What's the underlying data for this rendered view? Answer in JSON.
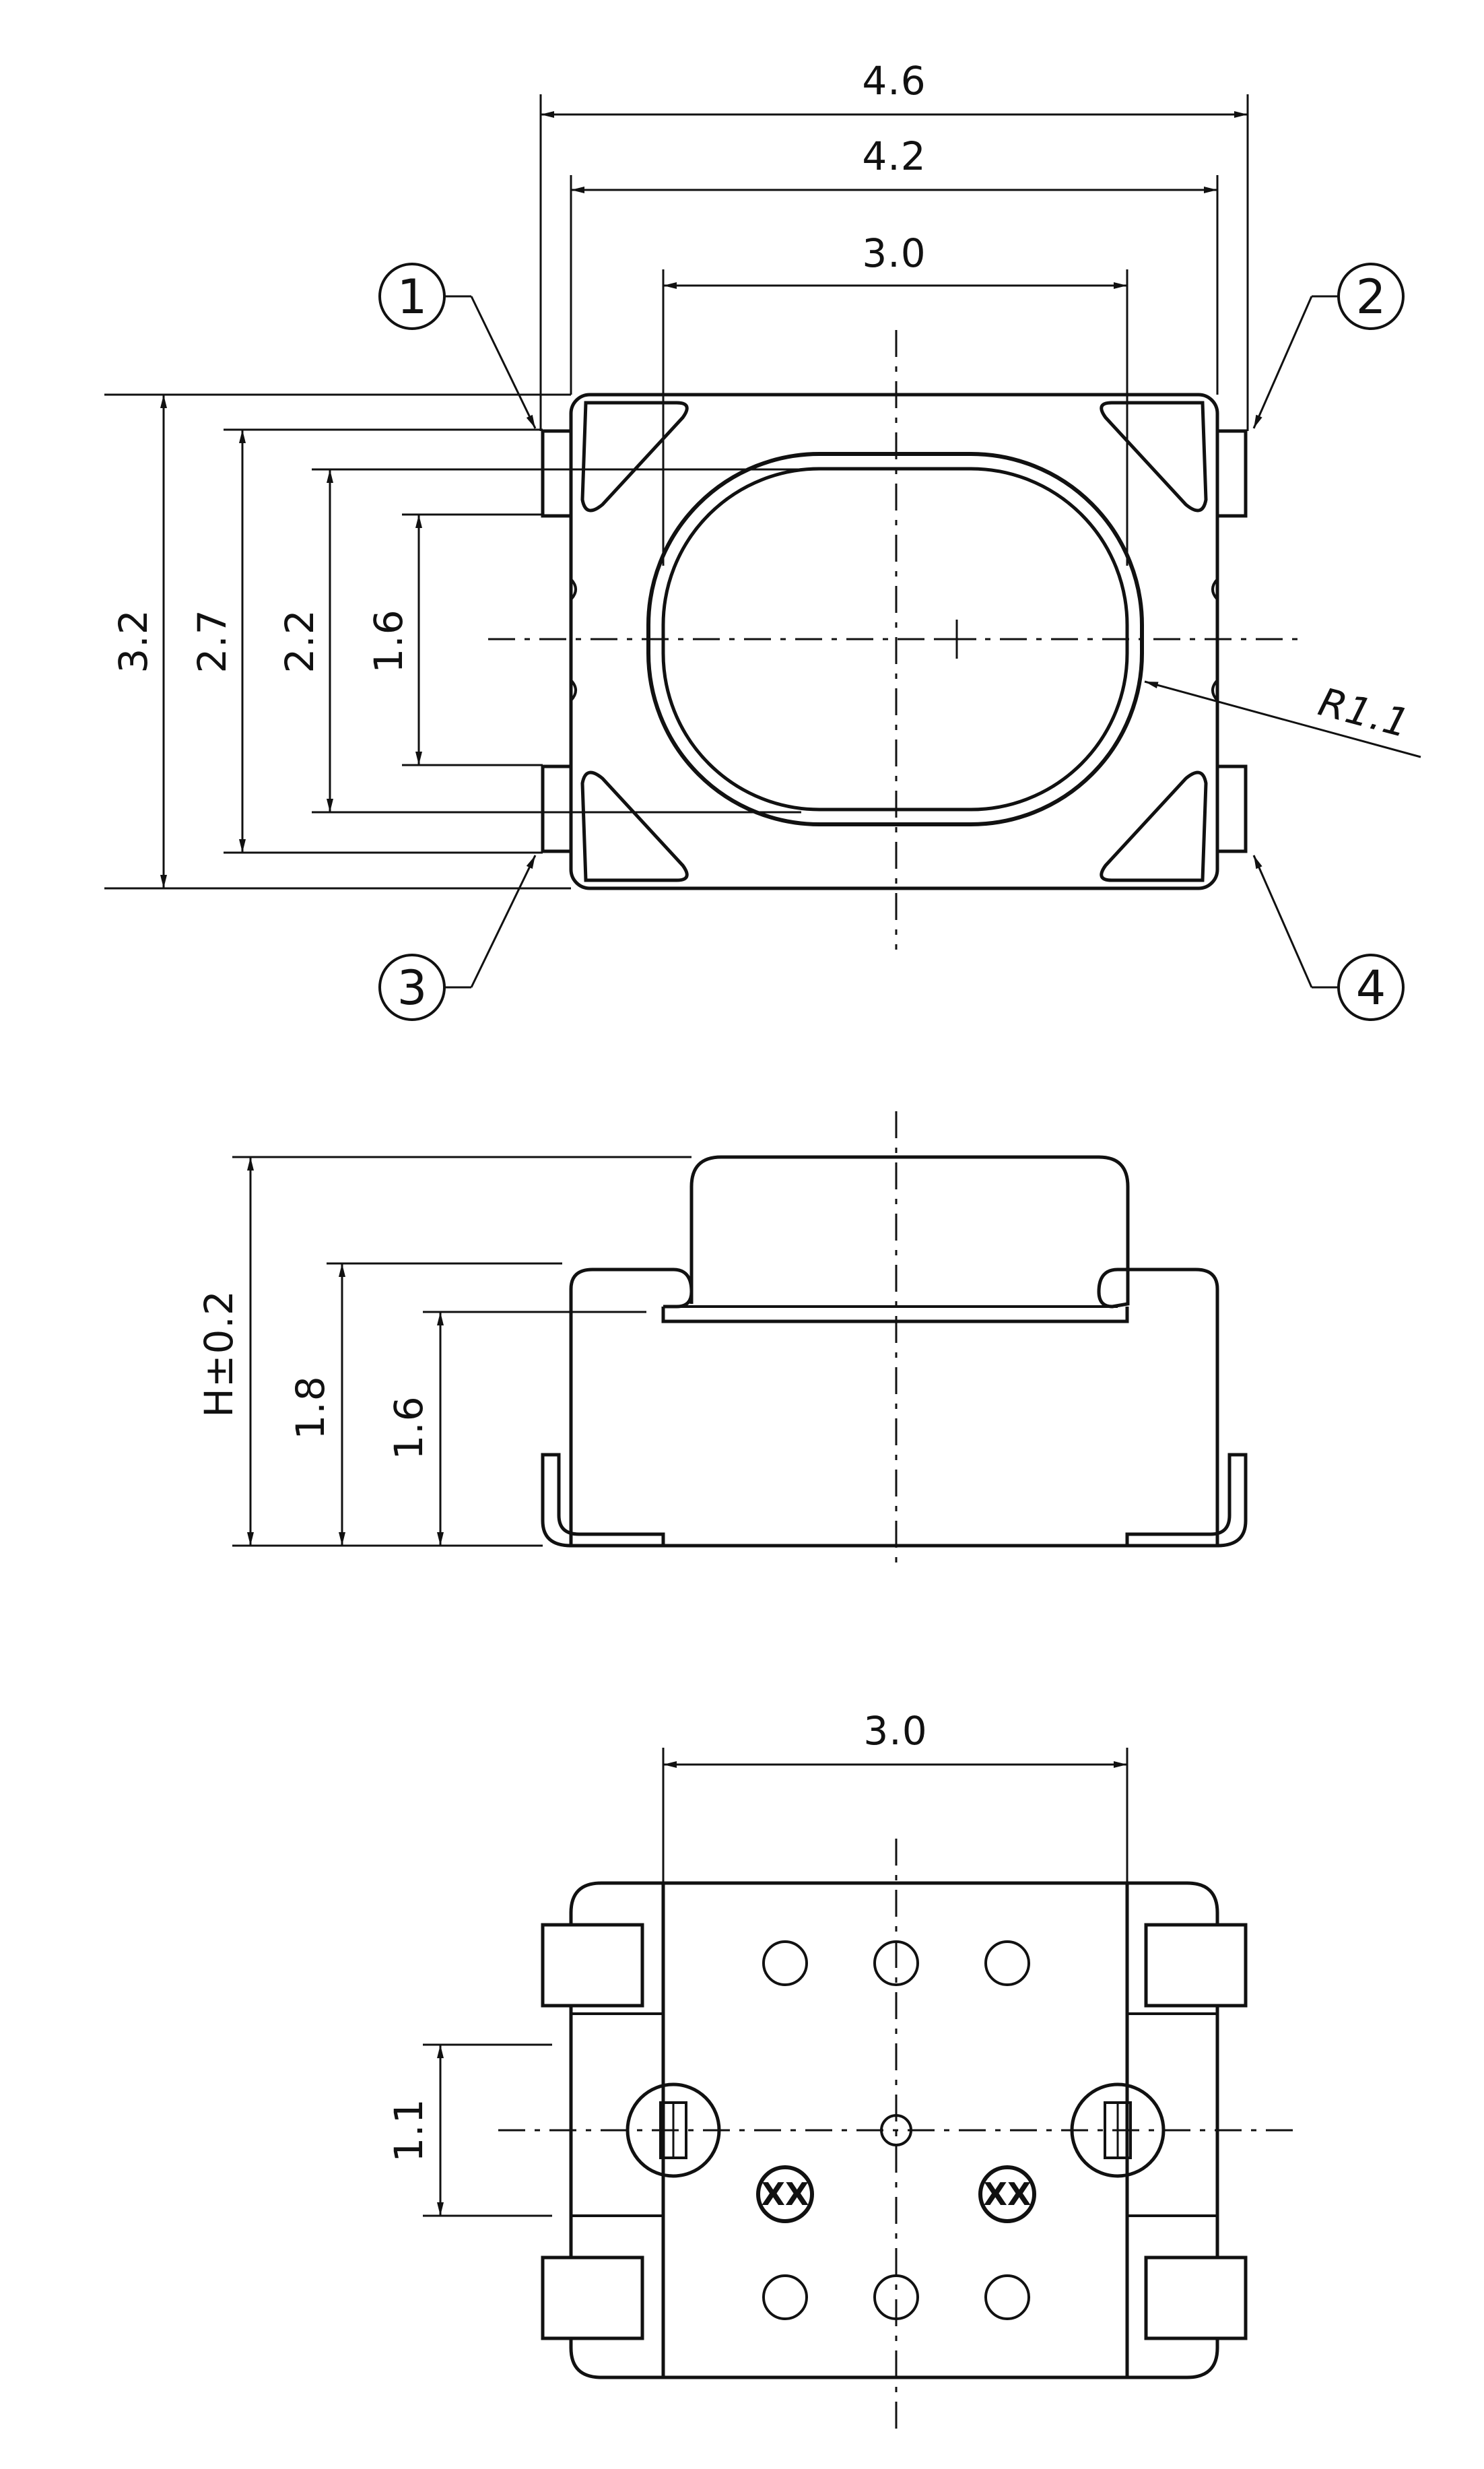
{
  "colors": {
    "line": "#111111",
    "background": "#ffffff"
  },
  "top_view": {
    "dims": {
      "width_outer": "4.6",
      "width_body": "4.2",
      "width_actuator": "3.0",
      "height_32": "3.2",
      "height_27": "2.7",
      "height_22": "2.2",
      "height_16": "1.6",
      "radius": "R1.1"
    },
    "pins": [
      "1",
      "2",
      "3",
      "4"
    ]
  },
  "side_view": {
    "dims": {
      "height_total": "H±0.2",
      "height_18": "1.8",
      "height_16": "1.6"
    }
  },
  "bottom_view": {
    "dims": {
      "width": "3.0",
      "height": "1.1"
    },
    "marks": [
      "XX",
      "XX"
    ]
  }
}
